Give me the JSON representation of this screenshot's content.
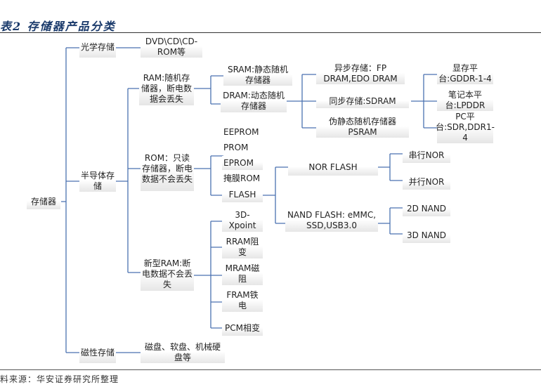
{
  "title": "表2   存储器产品分类",
  "source": "料来源：华安证券研究所整理",
  "line_color": "#4a72b0",
  "tree": {
    "root": "存储器",
    "optical": "光学存储",
    "optical_child": "DVD\\CD\\CD-ROM等",
    "semiconductor": "半导体存储",
    "ram": "RAM:随机存储器，断电数据会丢失",
    "sram": "SRAM:静态随机存储器",
    "dram": "DRAM:动态随机存储器",
    "async": "异步存储：FP DRAM,EDO DRAM",
    "sync": "同步存储:SDRAM",
    "psram": "伪静态随机存储器PSRAM",
    "gddr": "显存平台:GDDR-1-4",
    "lpddr": "笔记本平台:LPDDR",
    "pcddr": "PC平台:SDR,DDR1-4",
    "rom": "ROM：只读存储器，断电数据不会丢失",
    "eeprom": "EEPROM",
    "prom": "PROM",
    "eprom": "EPROM",
    "maskrom": "掩膜ROM",
    "flash": "FLASH",
    "nor": "NOR FLASH",
    "nand": "NAND FLASH: eMMC, SSD,USB3.0",
    "serial_nor": "串行NOR",
    "parallel_nor": "并行NOR",
    "nand2d": "2D NAND",
    "nand3d": "3D NAND",
    "newram": "新型RAM:断电数据不会丢失",
    "xpoint": "3D-Xpoint",
    "rram": "RRAM阻变",
    "mram": "MRAM磁阻",
    "fram": "FRAM铁电",
    "pcm": "PCM相变",
    "magnetic": "磁性存储",
    "magnetic_child": "磁盘、软盘、机械硬盘等"
  }
}
